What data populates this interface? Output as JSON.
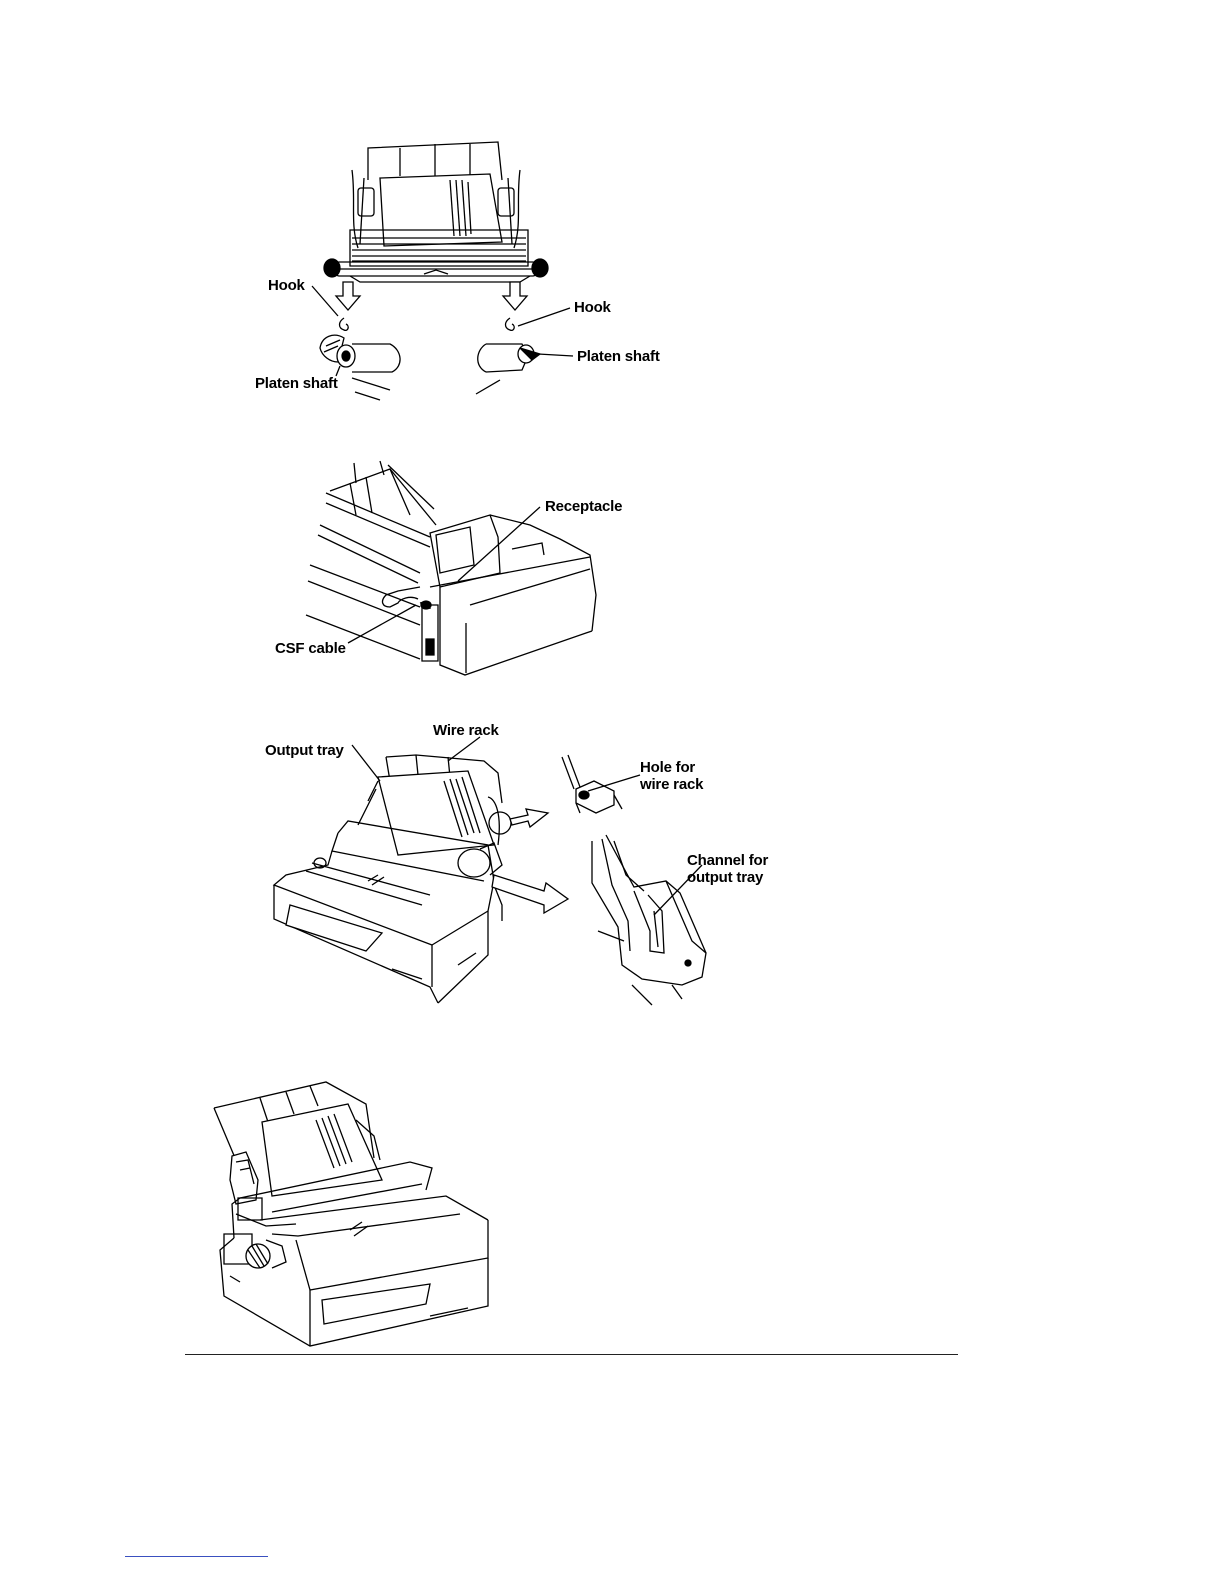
{
  "figures": [
    {
      "id": "hooks-platen",
      "labels": {
        "hook_left": "Hook",
        "hook_right": "Hook",
        "platen_left": "Platen shaft",
        "platen_right": "Platen shaft"
      }
    },
    {
      "id": "csf-cable",
      "labels": {
        "receptacle": "Receptacle",
        "csf_cable": "CSF cable"
      }
    },
    {
      "id": "output-tray",
      "labels": {
        "output_tray": "Output tray",
        "wire_rack": "Wire rack",
        "hole_line1": "Hole for",
        "hole_line2": "wire rack",
        "channel_line1": "Channel for",
        "channel_line2": "output tray"
      }
    },
    {
      "id": "assembled-printer",
      "labels": {}
    }
  ]
}
